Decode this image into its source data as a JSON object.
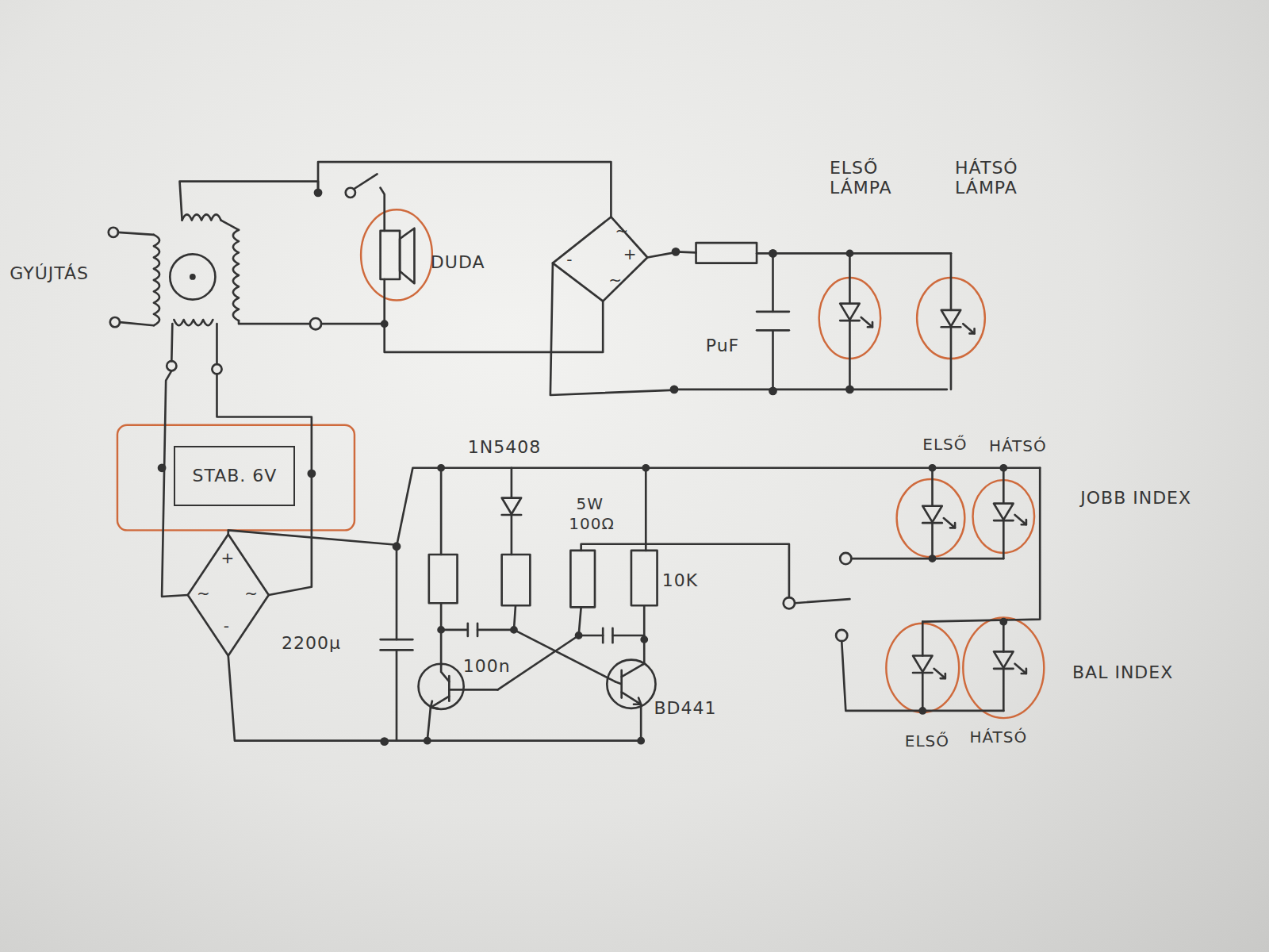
{
  "diagram": {
    "nodes": [
      {
        "text": [
          "STAB. 6V"
        ]
      }
    ],
    "labels": [
      "GYÚJTÁS",
      "DUDA",
      "~",
      "+",
      "-",
      "~",
      "ELSŐ LÁMPA",
      "HÁTSÓ LÁMPA",
      "PuF",
      "1N5408",
      "5W",
      "100Ω",
      "10K",
      "JOBB INDEX",
      "ELSŐ",
      "HÁTSÓ",
      "+",
      "~",
      "~",
      "-",
      "2200µ",
      "100n",
      "BD441",
      "BAL INDEX",
      "ELSŐ",
      "HÁTSÓ"
    ]
  }
}
